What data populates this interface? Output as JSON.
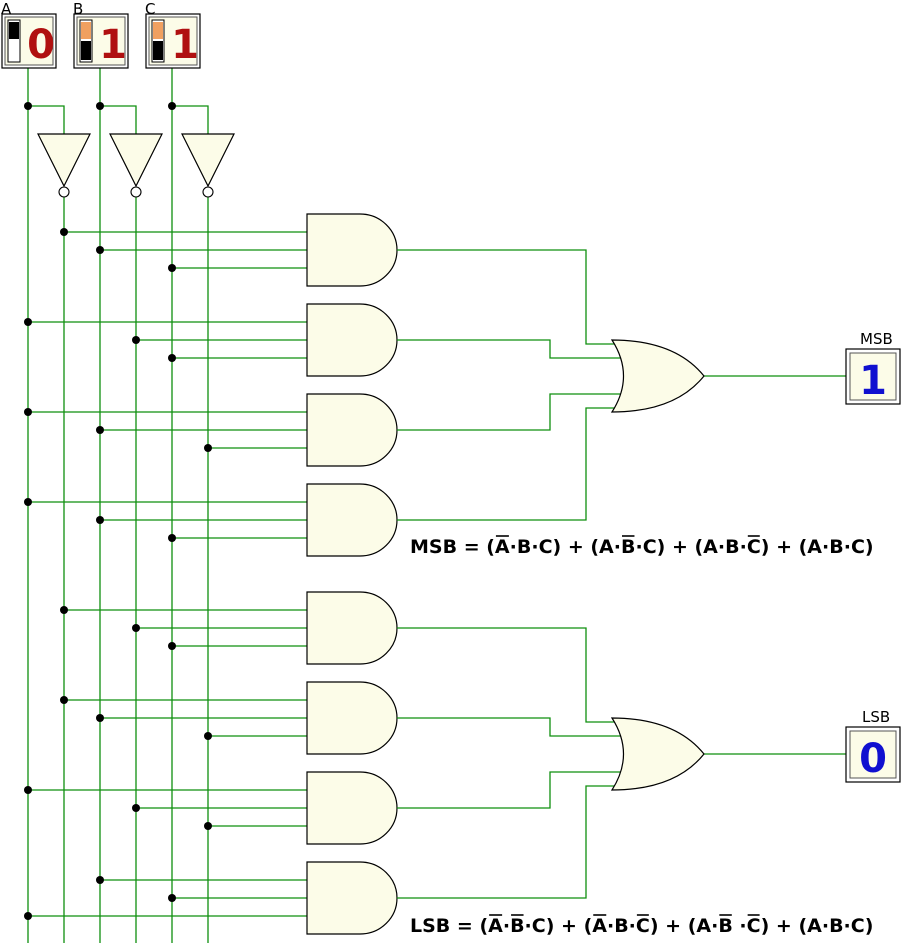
{
  "inputs": [
    {
      "label": "A",
      "value": "0",
      "switch_state": "off"
    },
    {
      "label": "B",
      "value": "1",
      "switch_state": "on"
    },
    {
      "label": "C",
      "value": "1",
      "switch_state": "on"
    }
  ],
  "outputs": [
    {
      "label": "MSB",
      "value": "1"
    },
    {
      "label": "LSB",
      "value": "0"
    }
  ],
  "equations": {
    "msb": {
      "lhs": "MSB =",
      "terms": [
        [
          "A",
          "·",
          "B",
          "·",
          "C"
        ],
        [
          "A",
          "·",
          "B",
          "·",
          "C"
        ],
        [
          "A",
          "·",
          "B",
          "·",
          "C"
        ],
        [
          "A",
          "·",
          "B",
          "·",
          "C"
        ]
      ],
      "negated": [
        [
          0
        ],
        [
          2
        ],
        [
          4
        ],
        []
      ],
      "plus": "+"
    },
    "lsb": {
      "lhs": "LSB =",
      "terms": [
        [
          "A",
          "·",
          "B",
          "·",
          "C"
        ],
        [
          "A",
          "·",
          "B",
          "·",
          "C"
        ],
        [
          "A",
          "·",
          "B",
          " ·",
          "C"
        ],
        [
          "A",
          "·",
          "B",
          "·",
          "C"
        ]
      ],
      "negated": [
        [
          0,
          2
        ],
        [
          0,
          4
        ],
        [
          2,
          4
        ],
        []
      ],
      "plus": "+"
    }
  },
  "colors": {
    "wire": "#0f8f0f",
    "gate_fill": "#fcfce8",
    "input_digit": "#b01010",
    "output_digit": "#1010d0",
    "switch_on": "#f0a060",
    "switch_dark": "#000000"
  }
}
